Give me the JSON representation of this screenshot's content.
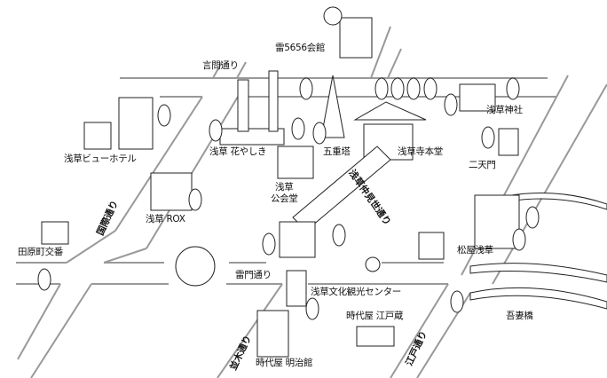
{
  "map": {
    "landmarks": {
      "kaminari_5656": "雷5656会館",
      "view_hotel": "浅草ビューホテル",
      "hanayashiki": "浅草 花やしき",
      "pagoda": "五重塔",
      "sensoji": "浅草寺本堂",
      "asakusa_shrine": "浅草神社",
      "nitenmon": "二天門",
      "kokaido_line1": "浅草",
      "kokaido_line2": "公会堂",
      "rox": "浅草 ROX",
      "tawaramachi_koban": "田原町交番",
      "tourist_center": "浅草文化観光センター",
      "matsuya": "松屋浅草",
      "azumabashi": "吾妻橋",
      "jidaiya_edokura": "時代屋 江戸蔵",
      "jidaiya_meijikan": "時代屋 明治館"
    },
    "streets": {
      "kototoi": "言問通り",
      "kokusai": "国際通り",
      "nakamise": "浅草仲見世通り",
      "kaminarimon": "雷門通り",
      "namiki": "並木通り",
      "edo": "江戸通り"
    },
    "colors": {
      "road": "#999999",
      "ink": "#222222"
    }
  }
}
